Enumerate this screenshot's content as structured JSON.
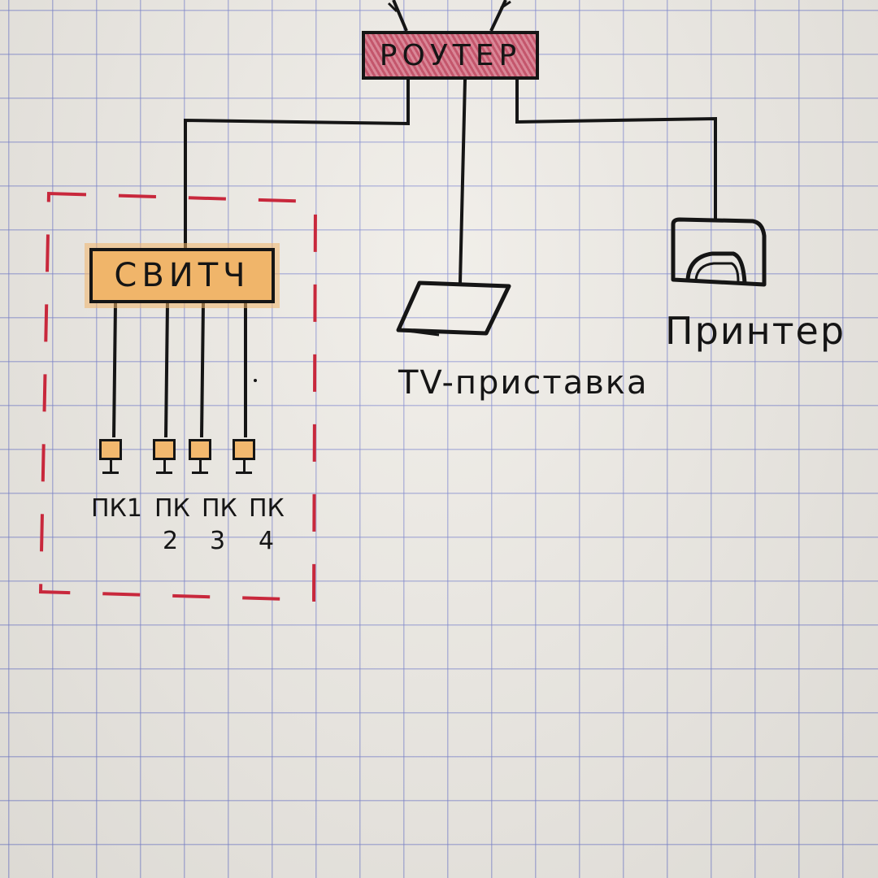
{
  "diagram": {
    "router": {
      "label": "РОУТЕР",
      "fill_color": "#c4566c"
    },
    "switch": {
      "label": "СВИТЧ",
      "fill_color": "#f0b56a"
    },
    "tv_box": {
      "label": "TV-приставка"
    },
    "printer": {
      "label": "Принтер"
    },
    "pcs": [
      {
        "label": "ПК1",
        "number": ""
      },
      {
        "label": "ПК",
        "number": "2"
      },
      {
        "label": "ПК",
        "number": "3"
      },
      {
        "label": "ПК",
        "number": "4"
      }
    ],
    "group_border_color": "#c8283c",
    "line_color": "#151515"
  }
}
